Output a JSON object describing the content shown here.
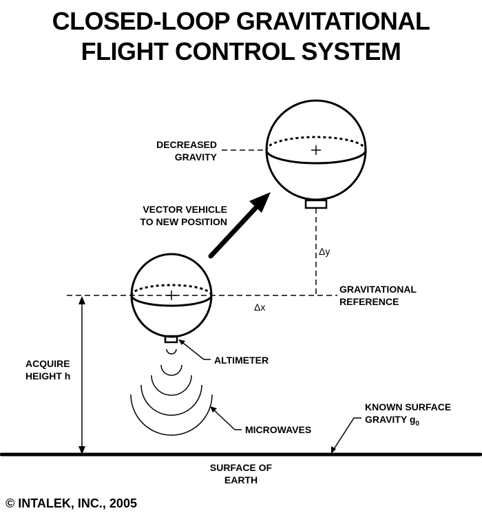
{
  "title": {
    "line1": "CLOSED-LOOP GRAVITATIONAL",
    "line2": "FLIGHT CONTROL SYSTEM"
  },
  "labels": {
    "decreased_gravity": [
      "DECREASED",
      "GRAVITY"
    ],
    "vector_vehicle": [
      "VECTOR VEHICLE",
      "TO NEW POSITION"
    ],
    "delta_y": "Δy",
    "delta_x": "Δx",
    "gravitational_reference": [
      "GRAVITATIONAL",
      "REFERENCE"
    ],
    "altimeter": "ALTIMETER",
    "acquire_height": [
      "ACQUIRE",
      "HEIGHT h"
    ],
    "microwaves": "MICROWAVES",
    "known_surface_gravity": [
      "KNOWN SURFACE",
      "GRAVITY g"
    ],
    "known_surface_gravity_subscript": "0",
    "surface_of_earth": [
      "SURFACE OF",
      "EARTH"
    ]
  },
  "copyright": "© INTALEK, INC., 2005"
}
